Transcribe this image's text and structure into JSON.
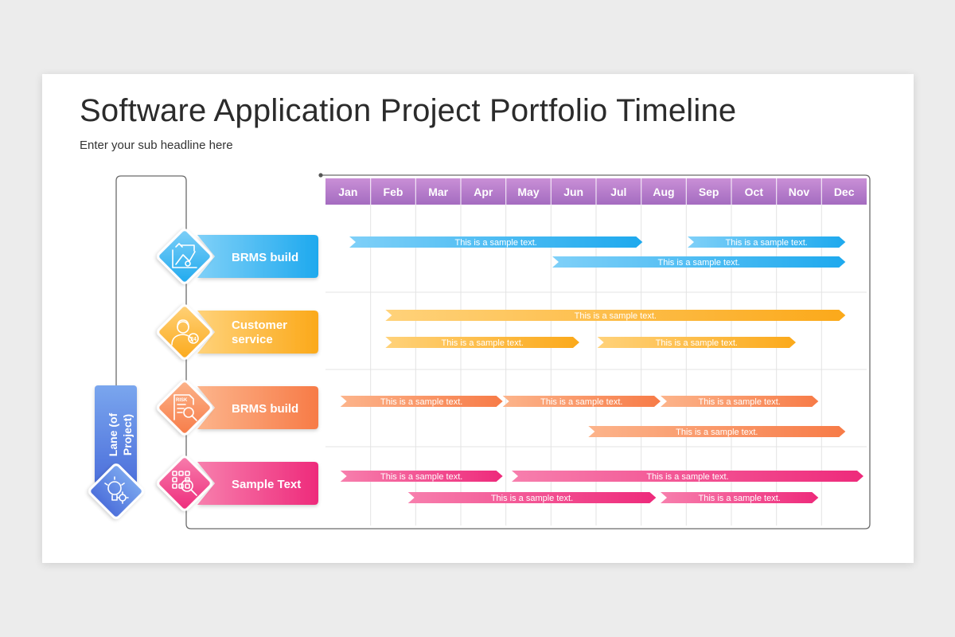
{
  "title": "Software Application Project Portfolio Timeline",
  "subtitle": "Enter your sub headline here",
  "side_label": [
    "Lane (of",
    "Project)"
  ],
  "side_icon": "lightbulb-gear-icon",
  "months": [
    "Jan",
    "Feb",
    "Mar",
    "Apr",
    "May",
    "Jun",
    "Jul",
    "Aug",
    "Sep",
    "Oct",
    "Nov",
    "Dec"
  ],
  "lanes": [
    {
      "label": [
        "BRMS build"
      ],
      "icon": "blueprint-icon",
      "colors": [
        "#7fd0f8",
        "#1ea9ee"
      ],
      "bars": [
        {
          "start": 0.0,
          "end": 6.5,
          "row": 0,
          "text": "This is a sample text."
        },
        {
          "start": 7.5,
          "end": 11.0,
          "row": 0,
          "text": "This is a sample text."
        },
        {
          "start": 4.5,
          "end": 11.0,
          "row": 1,
          "text": "This is a sample text."
        }
      ]
    },
    {
      "label": [
        "Customer",
        "service"
      ],
      "icon": "support-agent-icon",
      "colors": [
        "#ffd27a",
        "#fba91a"
      ],
      "bars": [
        {
          "start": 0.8,
          "end": 11.0,
          "row": 0,
          "text": "This is a sample text."
        },
        {
          "start": 0.8,
          "end": 5.1,
          "row": 1,
          "text": "This is a sample text."
        },
        {
          "start": 5.5,
          "end": 9.9,
          "row": 1,
          "text": "This is a sample text."
        }
      ]
    },
    {
      "label": [
        "BRMS build"
      ],
      "icon": "risk-document-icon",
      "colors": [
        "#fcb48b",
        "#f77b47"
      ],
      "bars": [
        {
          "start": -0.2,
          "end": 3.4,
          "row": 0,
          "text": "This is a sample text."
        },
        {
          "start": 3.4,
          "end": 6.9,
          "row": 0,
          "text": "This is a sample text."
        },
        {
          "start": 6.9,
          "end": 10.4,
          "row": 0,
          "text": "This is a sample text."
        },
        {
          "start": 5.3,
          "end": 11.0,
          "row": 1,
          "text": "This is a sample text."
        }
      ]
    },
    {
      "label": [
        "Sample Text"
      ],
      "icon": "analytics-search-icon",
      "colors": [
        "#f77fad",
        "#ee2a7b"
      ],
      "bars": [
        {
          "start": -0.2,
          "end": 3.4,
          "row": 0,
          "text": "This is a sample text."
        },
        {
          "start": 3.6,
          "end": 11.4,
          "row": 0,
          "text": "This is a sample text."
        },
        {
          "start": 1.3,
          "end": 6.8,
          "row": 1,
          "text": "This is a sample text."
        },
        {
          "start": 6.9,
          "end": 10.4,
          "row": 1,
          "text": "This is a sample text."
        }
      ]
    }
  ]
}
